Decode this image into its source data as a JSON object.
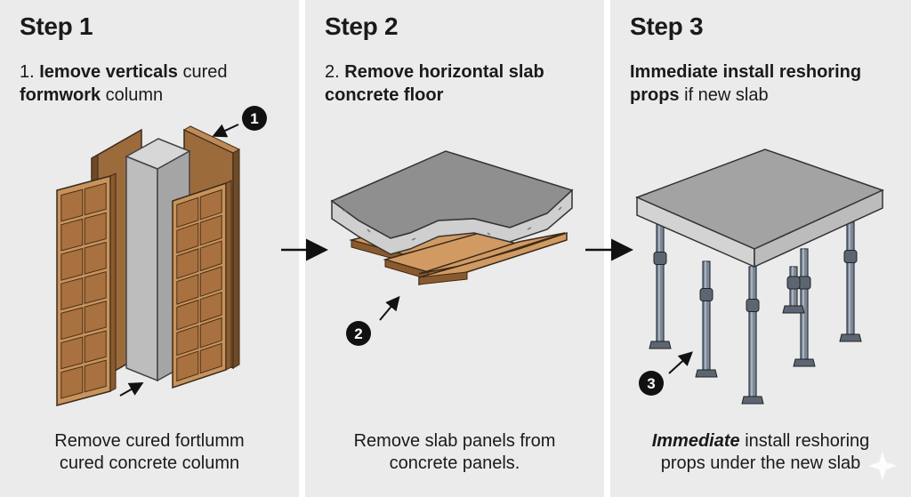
{
  "steps": [
    {
      "title": "Step 1",
      "subtitle_prefix": "1. ",
      "subtitle_bold1": "Iemove verticals",
      "subtitle_mid": " cured ",
      "subtitle_bold2": "formwork",
      "subtitle_suffix": " column",
      "caption_line1": "Remove cured fortlumm",
      "caption_line2": "cured concrete column",
      "marker": "1"
    },
    {
      "title": "Step 2",
      "subtitle_prefix": "2. ",
      "subtitle_bold1": "Remove horizontal slab",
      "subtitle_bold2": "concrete floor",
      "caption_line1": "Remove slab panels from",
      "caption_line2": "concrete panels.",
      "marker": "2"
    },
    {
      "title": "Step 3",
      "subtitle_bold1": "Immediate install reshoring",
      "subtitle_bold2": "props",
      "subtitle_suffix": " if new slab",
      "caption_emph": "Immediate",
      "caption_line1_rest": " install reshoring",
      "caption_line2": "props under the new slab",
      "marker": "3"
    }
  ],
  "colors": {
    "panel_bg": "#ebebeb",
    "wood": "#c8935c",
    "wood_dark": "#8a5a2e",
    "concrete": "#9a9a9a",
    "prop_steel": "#6d7a8a"
  }
}
